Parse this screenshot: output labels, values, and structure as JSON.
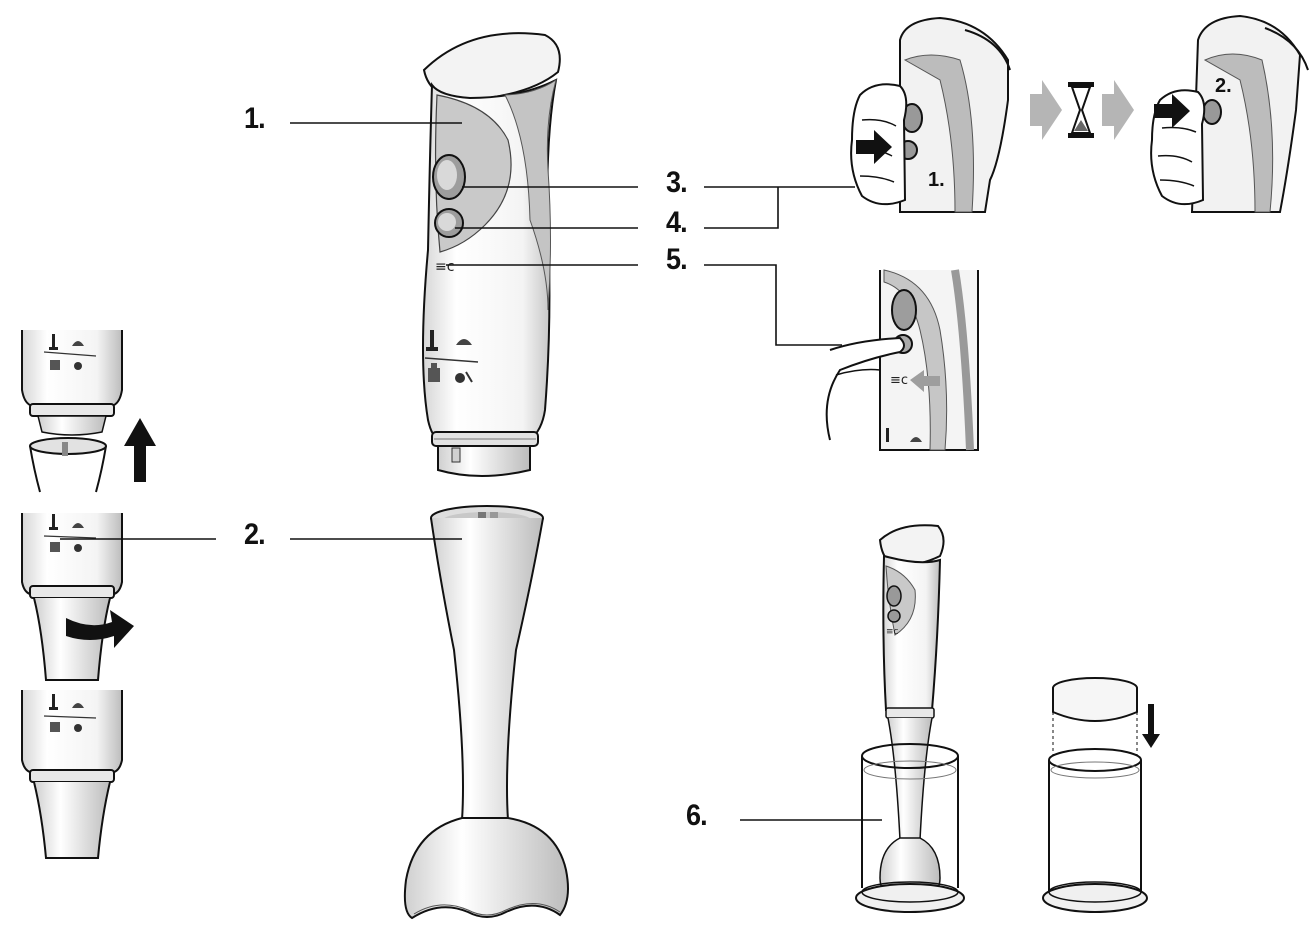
{
  "labels": {
    "l1": "1.",
    "l2": "2.",
    "l3": "3.",
    "l4": "4.",
    "l5": "5.",
    "l6": "6."
  },
  "steps": {
    "s1": "1.",
    "s2": "2."
  },
  "colors": {
    "line": "#111111",
    "body": "#ffffff",
    "shade": "#c9c9c9",
    "dark_shade": "#9a9a9a",
    "arrow_gray": "#b5b5b5",
    "black": "#111111"
  }
}
